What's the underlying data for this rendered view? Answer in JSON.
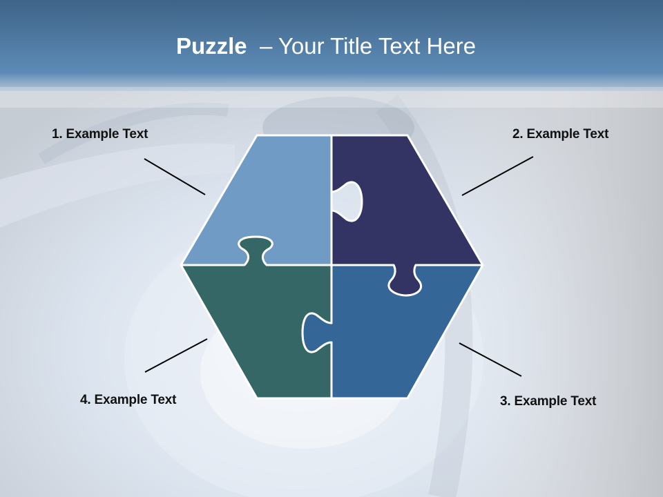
{
  "title": {
    "strong": "Puzzle",
    "rest": "  – Your Title Text Here"
  },
  "labels": [
    "1. Example Text",
    "2. Example Text",
    "3. Example Text",
    "4. Example Text"
  ],
  "colors": {
    "header_top": "#3f6488",
    "header_bottom": "#5d8bb6",
    "piece_1": "#6f9bc4",
    "piece_2": "#343464",
    "piece_3": "#346698",
    "piece_4": "#356766",
    "outline": "#ffffff",
    "connector_line": "#000000"
  }
}
